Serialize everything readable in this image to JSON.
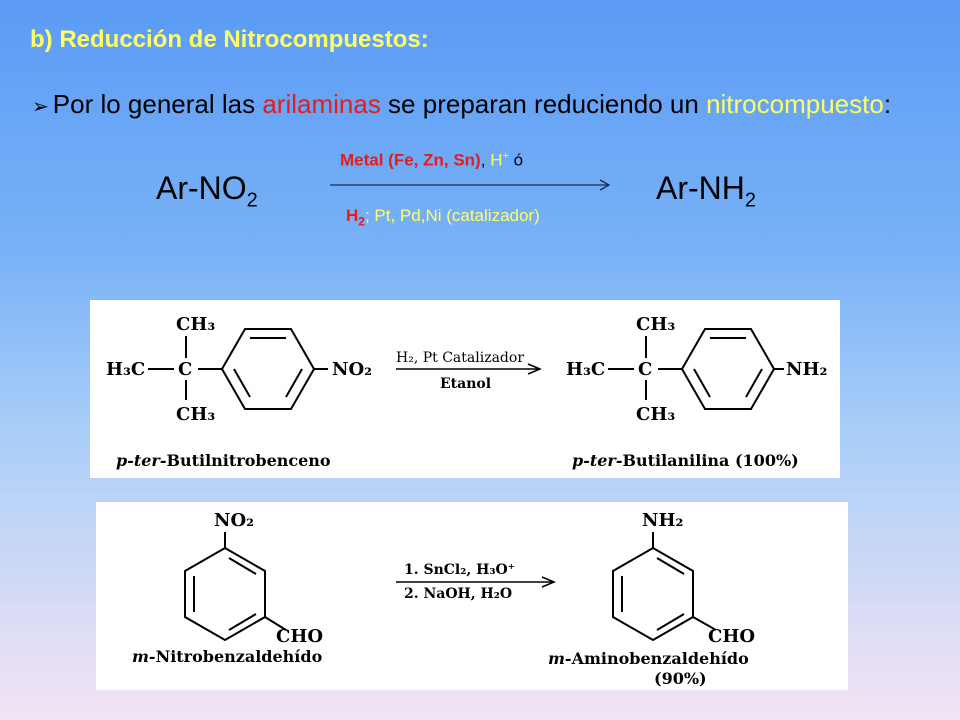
{
  "slide": {
    "title": "b) Reducción de Nitrocompuestos:",
    "para": {
      "t1": "Por lo general las ",
      "t2": "arilaminas",
      "t3": " se preparan reduciendo un ",
      "t4": "nitrocompuesto",
      "t5": ":"
    },
    "general": {
      "reactant_base": "Ar-NO",
      "reactant_sub": "2",
      "product_base": "Ar-NH",
      "product_sub": "2",
      "cond_top_red": "Metal (Fe, Zn, Sn)",
      "cond_top_sep": ", ",
      "cond_top_h": "H",
      "cond_top_plus": "+",
      "cond_top_o": " ó",
      "cond_bot_h2": "H",
      "cond_bot_h2sub": "2",
      "cond_bot_rest": "; Pt, Pd,Ni (catalizador)"
    },
    "colors": {
      "title": "#ffff66",
      "highlight_red": "#e81a1a",
      "highlight_yellow": "#ffff66"
    }
  },
  "reaction1": {
    "ch3_top": "CH₃",
    "h3c": "H₃C",
    "c": "C",
    "ch3_bottom": "CH₃",
    "no2": "NO₂",
    "cond_top": "H₂, Pt Catalizador",
    "cond_bottom": "Etanol",
    "nh2": "NH₂",
    "reactant_prefix": "p-ter-",
    "reactant_name": "Butilnitrobenceno",
    "product_prefix": "p-ter-",
    "product_name": "Butilanilina (100%)"
  },
  "reaction2": {
    "no2": "NO₂",
    "cho": "CHO",
    "cond_1": "1. SnCl₂, H₃O⁺",
    "cond_2": "2. NaOH, H₂O",
    "nh2": "NH₂",
    "cho2": "CHO",
    "reactant_prefix": "m-",
    "reactant_name": "Nitrobenzaldehído",
    "product_prefix": "m-",
    "product_name": "Aminobenzaldehído",
    "product_yield": "(90%)"
  }
}
